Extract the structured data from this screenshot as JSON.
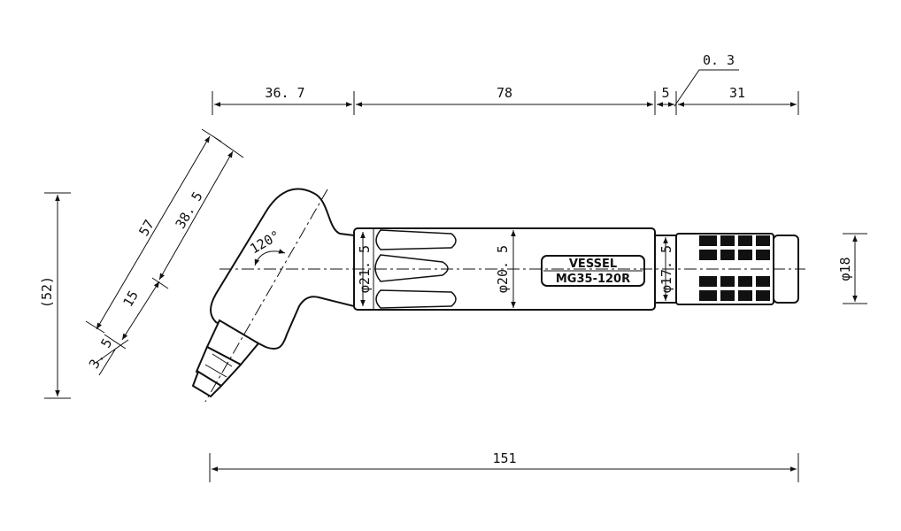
{
  "drawing": {
    "dimensions": {
      "top_36_7": "36. 7",
      "top_78": "78",
      "top_5": "5",
      "top_31": "31",
      "top_0_3": "0. 3",
      "bottom_151": "151",
      "left_52": "(52)",
      "diag_57": "57",
      "diag_38_5": "38. 5",
      "diag_15": "15",
      "diag_3_5": "3. 5",
      "angle_120": "120°",
      "dia_21_5": "φ21. 5",
      "dia_20_5": "φ20. 5",
      "dia_17_5": "φ17. 5",
      "dia_18": "φ18"
    },
    "label": {
      "brand": "VESSEL",
      "model": "MG35-120R"
    }
  }
}
